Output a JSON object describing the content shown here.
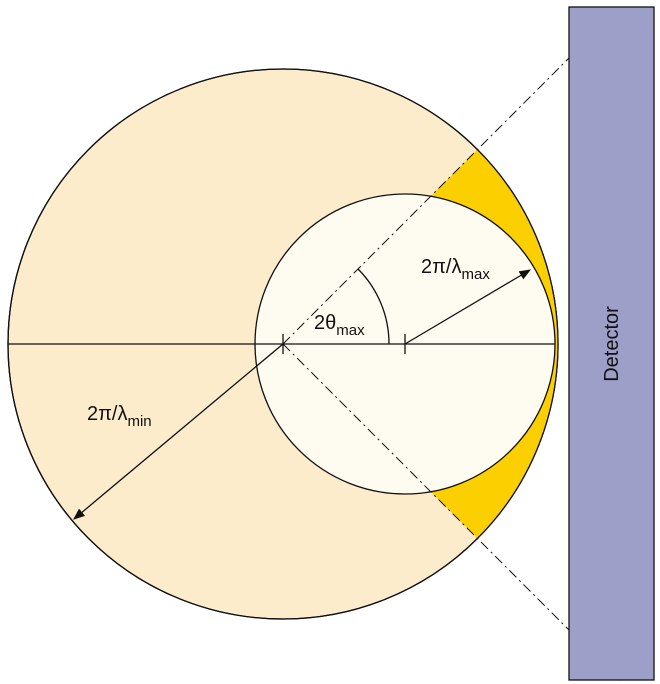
{
  "colors": {
    "ewald_large_fill": "#fdeccc",
    "ewald_small_fill": "#fefcf0",
    "accessible_region": "#fccf00",
    "detector_fill": "#9e9fc8",
    "stroke": "#111111"
  },
  "labels": {
    "detector": "Detector",
    "radius_min": {
      "base": "2π/λ",
      "sub": "min"
    },
    "radius_max": {
      "base": "2π/λ",
      "sub": "max"
    },
    "angle": {
      "base": "2θ",
      "sub": "max"
    }
  }
}
